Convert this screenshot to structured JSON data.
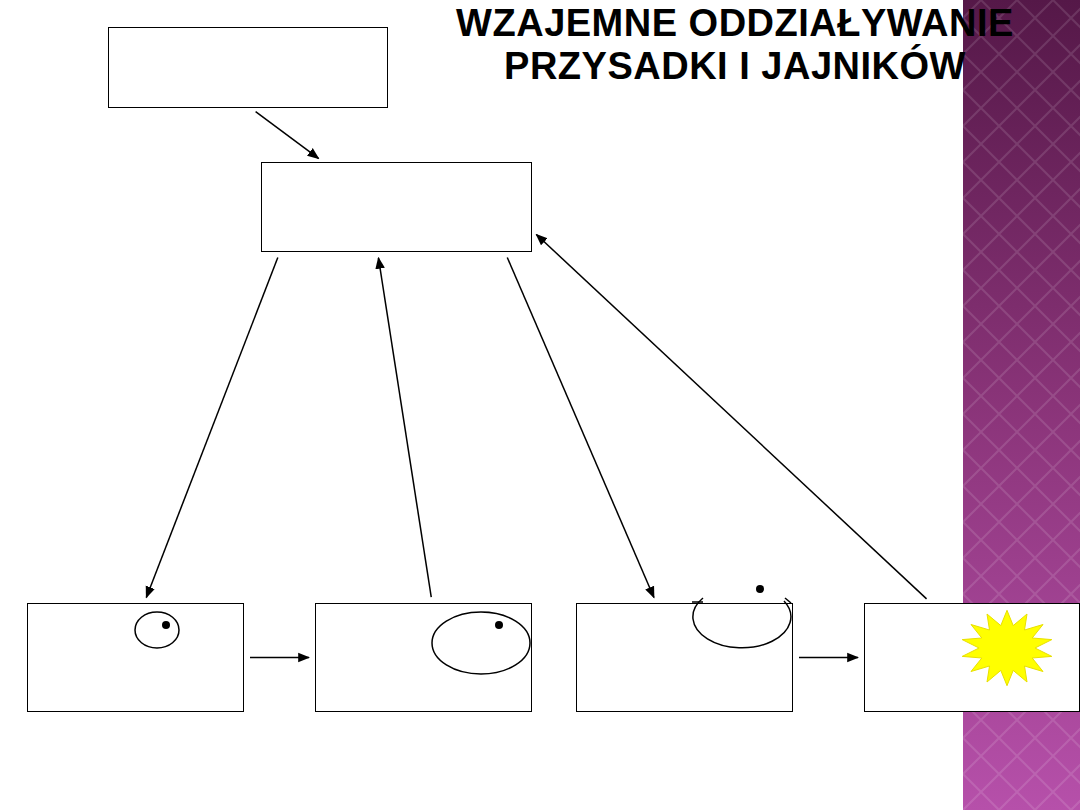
{
  "diagram": {
    "title": "WZAJEMNE ODDZIAŁYWANIE PRZYSADKI I JAJNIKÓW",
    "nodes": [
      {
        "text": []
      },
      {
        "text": []
      },
      {
        "text": []
      },
      {
        "text": []
      },
      {
        "text": []
      },
      {
        "text": []
      }
    ],
    "edges": [
      {
        "from": 0,
        "to": 1,
        "arrow": "to"
      },
      {
        "from": 1,
        "to": 2,
        "arrow": "to"
      },
      {
        "from": 3,
        "to": 1,
        "arrow": "to"
      },
      {
        "from": 1,
        "to": 4,
        "arrow": "to"
      },
      {
        "from": 5,
        "to": 1,
        "arrow": "to"
      },
      {
        "from": 2,
        "to": 3,
        "arrow": "to"
      },
      {
        "from": 4,
        "to": 5,
        "arrow": "to"
      }
    ]
  }
}
